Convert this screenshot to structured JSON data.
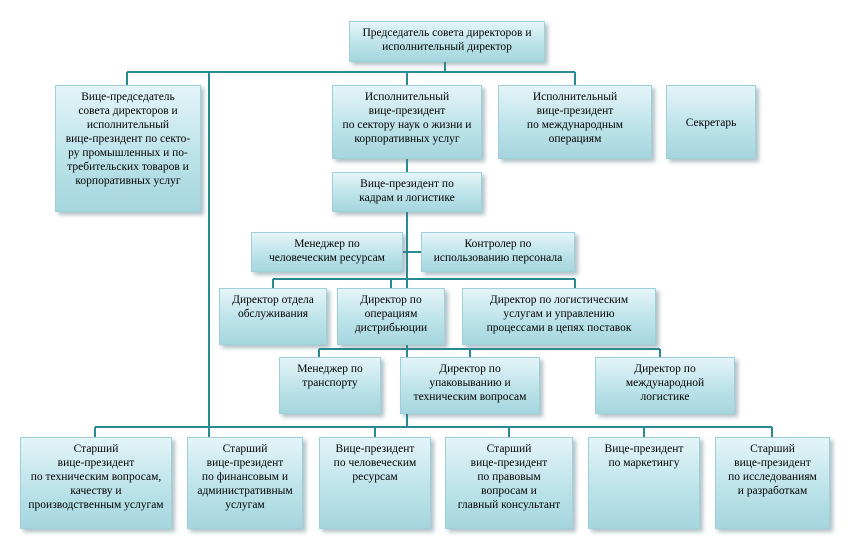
{
  "colors": {
    "connector": "#2a8a93",
    "box_fill": "#bde3ea",
    "box_border": "#9fcfd8"
  },
  "nodes": {
    "chairman": "Председатель совета директоров и\nисполнительный директор",
    "vice_chairman": "Вице-председатель\nсовета директоров и\nисполнительный\nвице-президент по секто-\nру промышленных и по-\nтребительских товаров и\nкорпоративных услуг",
    "evp_life_sciences": "Исполнительный\nвице-президент\nпо сектору наук о жизни и\nкорпоративных услуг",
    "evp_international": "Исполнительный\nвице-президент\nпо международным\nоперациям",
    "secretary": "Секретарь",
    "vp_hr_logistics": "Вице-президент по\nкадрам и логистике",
    "hr_manager": "Менеджер по\nчеловеческим ресурсам",
    "staff_controller": "Контролер по\nиспользованию персонала",
    "service_director": "Директор отдела\nобслуживания",
    "distribution_director": "Директор по\nоперациям\nдистрибьюции",
    "logistics_director": "Директор по логистическим\nуслугам и управлению\nпроцессами в цепях поставок",
    "transport_manager": "Менеджер по\nтранспорту",
    "packaging_director": "Директор по\nупаковыванию и\nтехническим вопросам",
    "intl_logistics_director": "Директор по\nмеждународной\nлогистике",
    "svp_technical": "Старший\nвице-президент\nпо техническим вопросам,\nкачеству и\nпроизводственным услугам",
    "svp_finance": "Старший\nвице-президент\nпо финансовым и\nадминистративным\nуслугам",
    "vp_human_resources": "Вице-президент\nпо человеческим\nресурсам",
    "svp_legal": "Старший\nвице-президент\nпо правовым\nвопросам и\nглавный консультант",
    "vp_marketing": "Вице-президент\nпо маркетингу",
    "svp_research": "Старший\nвице-президент\nпо исследованиям\nи разработкам"
  }
}
